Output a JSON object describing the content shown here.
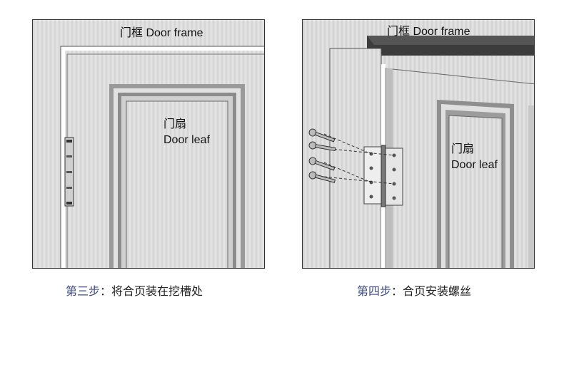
{
  "step3": {
    "frame_label": "门框  Door frame",
    "leaf_label_cn": "门扇",
    "leaf_label_en": "Door leaf",
    "caption_step": "第三步",
    "caption_text": "：将合页装在挖槽处"
  },
  "step4": {
    "frame_label": "门框  Door frame",
    "leaf_label_cn": "门扇",
    "leaf_label_en": "Door leaf",
    "caption_step": "第四步",
    "caption_text": "：合页安装螺丝"
  },
  "colors": {
    "caption_step": "#3a4a8a",
    "wood_light": "#e4e4e4",
    "wood_dark": "#bfbfbf",
    "outline": "#333333"
  }
}
